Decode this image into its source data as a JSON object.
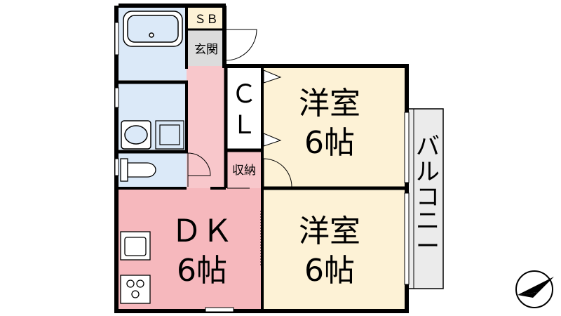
{
  "rooms": {
    "storage_box": "ＳＢ",
    "entrance": "玄関",
    "closet": {
      "line1": "Ｃ",
      "line2": "Ｌ"
    },
    "storage": "収納",
    "western_room_upper": {
      "name": "洋室",
      "size": "6帖"
    },
    "western_room_lower": {
      "name": "洋室",
      "size": "6帖"
    },
    "dining_kitchen": {
      "name": "ＤＫ",
      "size": "6帖"
    },
    "balcony": [
      "バ",
      "ル",
      "コ",
      "ニ",
      "ー"
    ]
  },
  "colors": {
    "wall": "#000000",
    "wet_area": "#dbe9f8",
    "western_room": "#fdf2d6",
    "dining_kitchen": "#f6b8bd",
    "corridor": "#f8c7cb",
    "storage_box": "#fdf2d6",
    "entrance": "#dcdcdc",
    "balcony": "#ebebeb"
  },
  "icons": {
    "compass": "north-arrow-icon",
    "bathtub": "bathtub-icon",
    "washbasin": "washbasin-icon",
    "washing_machine": "washing-machine-pan-icon",
    "toilet": "toilet-icon",
    "sink": "kitchen-sink-icon",
    "stove": "stove-icon"
  }
}
